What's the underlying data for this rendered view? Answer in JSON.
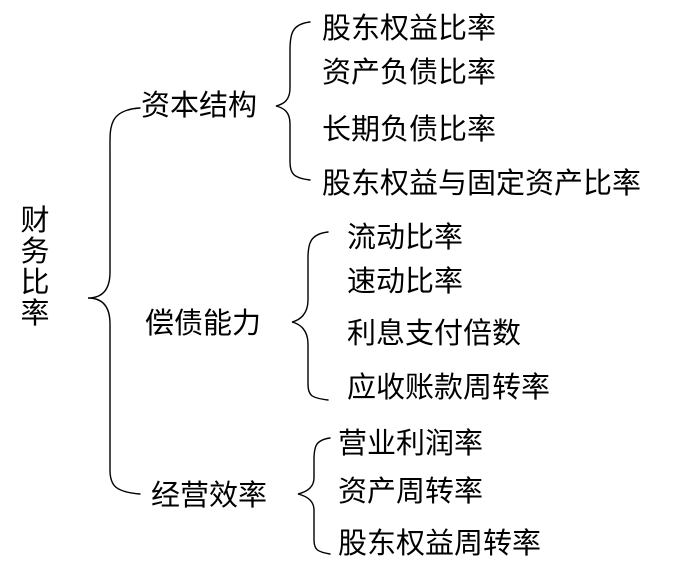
{
  "root": {
    "chars": [
      "财",
      "务",
      "比",
      "率"
    ]
  },
  "categories": [
    {
      "label": "资本结构",
      "items": [
        "股东权益比率",
        "资产负债比率",
        "长期负债比率",
        "股东权益与固定资产比率"
      ]
    },
    {
      "label": "偿债能力",
      "items": [
        "流动比率",
        "速动比率",
        "利息支付倍数",
        "应收账款周转率"
      ]
    },
    {
      "label": "经营效率",
      "items": [
        "营业利润率",
        "资产周转率",
        "股东权益周转率"
      ]
    }
  ]
}
